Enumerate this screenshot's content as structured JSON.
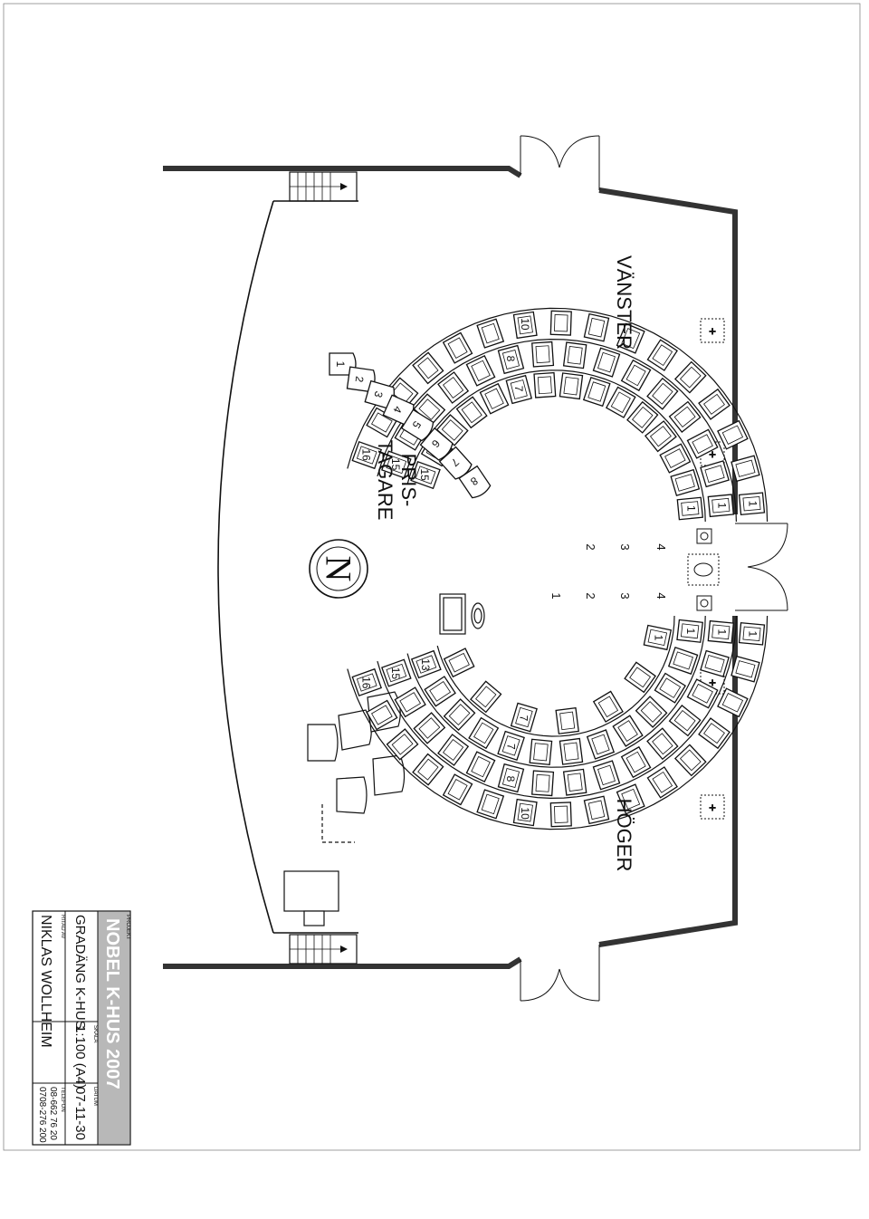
{
  "labels": {
    "left_section": "VÄNSTER",
    "right_section": "HÖGER",
    "laureates_line1": "PRIS-",
    "laureates_line2": "TAGARE"
  },
  "row_numbers_left": [
    "2",
    "3",
    "4"
  ],
  "row_numbers_right": [
    "1",
    "2",
    "3",
    "4"
  ],
  "seat_labels_left": {
    "row4": [
      "1",
      "10",
      "16"
    ],
    "row3": [
      "1",
      "8",
      "15"
    ],
    "row2": [
      "1",
      "7",
      "15"
    ]
  },
  "seat_labels_right": {
    "row4": [
      "1",
      "10",
      "16"
    ],
    "row3": [
      "1",
      "8",
      "15"
    ],
    "row2": [
      "1",
      "7",
      "13"
    ],
    "row1": [
      "1",
      "7"
    ]
  },
  "laureate_seats": [
    "1",
    "2",
    "3",
    "4",
    "5",
    "6",
    "7",
    "8"
  ],
  "title_block": {
    "project_caption": "PROJEKT",
    "project": "NOBEL K-HUS 2007",
    "drawing": "GRADÄNG K-HUS.",
    "scale_caption": "SKALA",
    "scale": "1:100 (A4)",
    "date_caption": "DATUM",
    "date": "07-11-30",
    "by_caption": "RITAD AV",
    "author": "NIKLAS WOLLHEIM",
    "phone_caption": "TELEFON",
    "phone1": "08-662 76 20",
    "phone2": "0708-276 200"
  }
}
